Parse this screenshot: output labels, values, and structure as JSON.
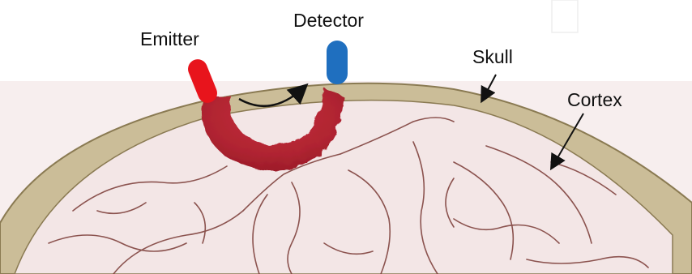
{
  "labels": {
    "emitter": "Emitter",
    "detector": "Detector",
    "skull": "Skull",
    "cortex": "Cortex"
  },
  "colors": {
    "emitter": "#e8141c",
    "detector": "#1f6fbf",
    "skull": "#cbbd98",
    "skull_outline": "#8a7a52",
    "cortex": "#f3e6e6",
    "cortex_fold": "#7a3a35",
    "light_path": "#b3242f",
    "upper_background": "#f7eeee"
  },
  "icons": {
    "emitter": "emitter-probe-icon",
    "detector": "detector-probe-icon",
    "light_path": "banana-shaped-light-path",
    "arrow": "curved-arrow-icon"
  }
}
